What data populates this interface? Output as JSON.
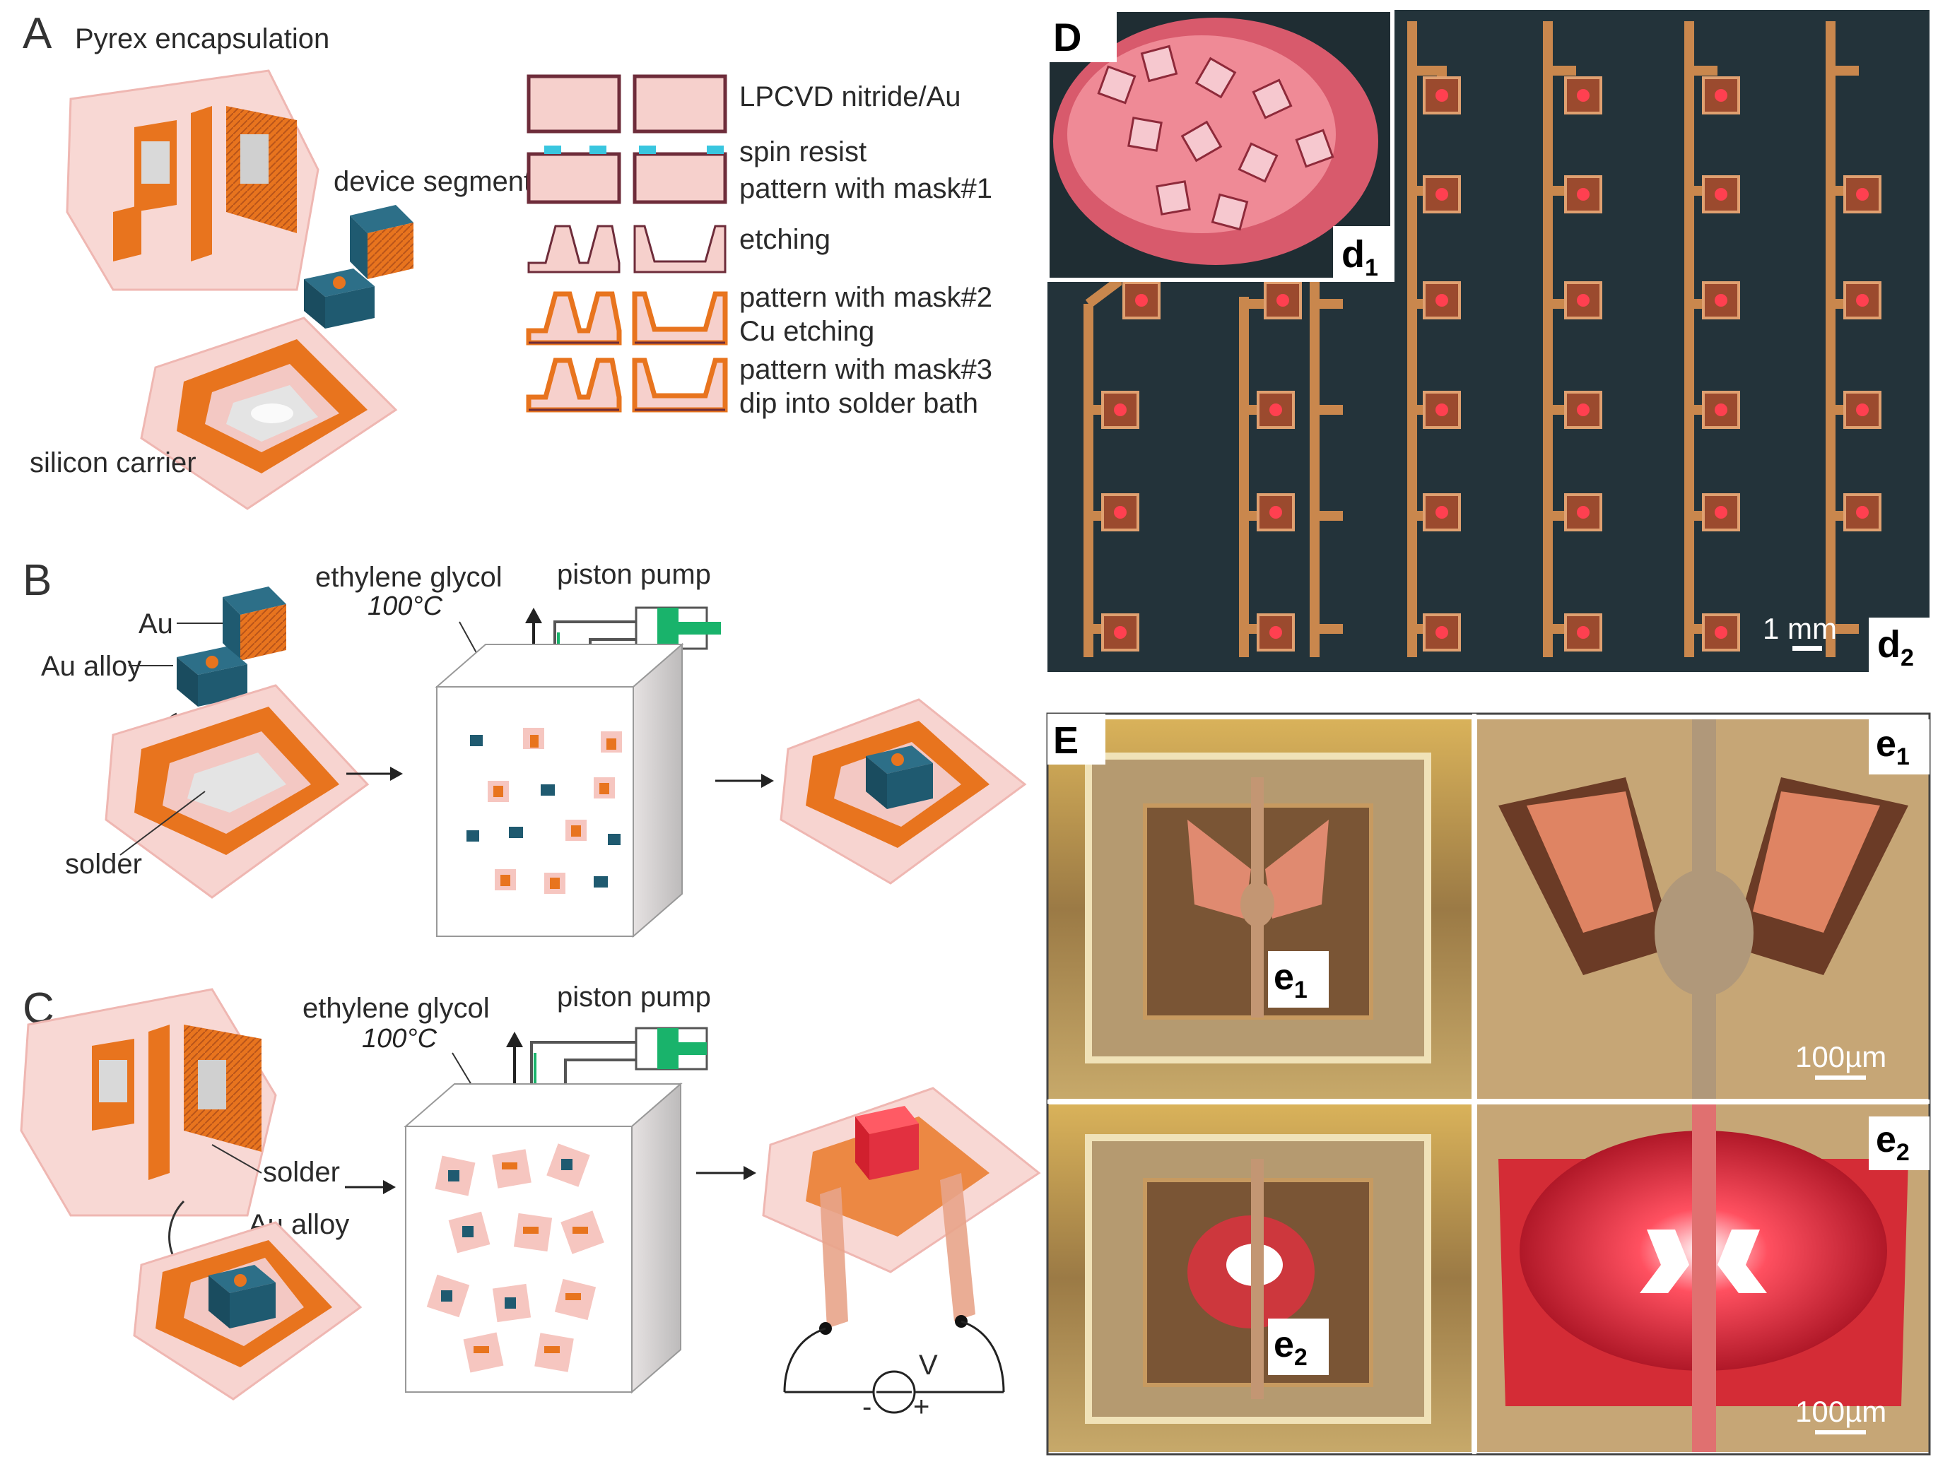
{
  "panelA": {
    "letter": "A",
    "pyrex_label": "Pyrex encapsulation",
    "device_segment_label": "device segment",
    "silicon_carrier_label": "silicon carrier",
    "steps": [
      "LPCVD nitride/Au",
      "spin resist",
      "pattern with mask#1",
      "etching",
      "pattern with mask#2",
      "Cu etching",
      "pattern with mask#3",
      "dip into solder bath"
    ]
  },
  "panelB": {
    "letter": "B",
    "au_label": "Au",
    "au_alloy_label": "Au alloy",
    "solder_label": "solder",
    "liquid_label": "ethylene glycol",
    "temp_label": "100°C",
    "pump_label": "piston pump"
  },
  "panelC": {
    "letter": "C",
    "liquid_label": "ethylene glycol",
    "temp_label": "100°C",
    "pump_label": "piston pump",
    "solder_label": "solder",
    "au_alloy_label": "Au alloy",
    "voltage_label": "V",
    "minus_label": "-",
    "plus_label": "+"
  },
  "panelD": {
    "letter": "D",
    "inset_label_main": "d",
    "inset_label_sub": "1",
    "array_label_main": "d",
    "array_label_sub": "2",
    "scale_label": "1 mm"
  },
  "panelE": {
    "letter": "E",
    "e1_main": "e",
    "e1_sub": "1",
    "e2_main": "e",
    "e2_sub": "2",
    "scale_top": "100µm",
    "scale_bottom": "100µm"
  },
  "colors": {
    "copper": "#e8741e",
    "pink": "#f6d0cc",
    "chip_blue": "#1f5a70",
    "pump_green": "#19b36b",
    "board_dark": "#23333a",
    "trace_copper": "#c9874d",
    "glow_red": "#e23040"
  }
}
